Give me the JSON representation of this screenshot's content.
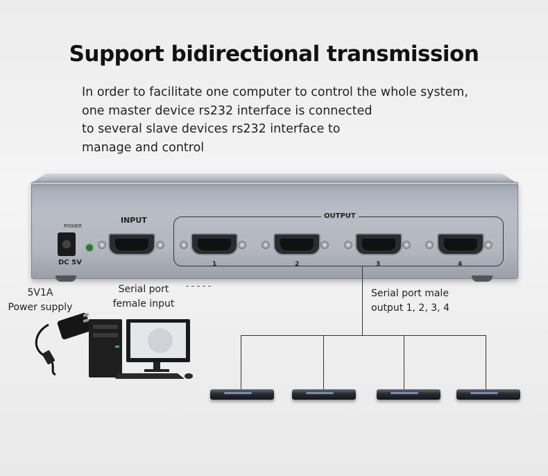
{
  "heading": "Support bidirectional transmission",
  "description": [
    "In order to facilitate one computer to control the whole system,",
    "one master device rs232 interface is connected",
    "to several slave devices rs232 interface to",
    "manage and control"
  ],
  "device": {
    "power_label": "POWER",
    "dc_label": "DC 5V",
    "input_label": "INPUT",
    "output_label": "OUTPUT",
    "output_numbers": [
      "1",
      "2",
      "3",
      "4"
    ]
  },
  "captions": {
    "power_line1": "5V1A",
    "power_line2": "Power supply",
    "input_line1": "Serial port",
    "input_line2": "female input",
    "output_line1": "Serial port male",
    "output_line2": "output 1, 2, 3, 4"
  }
}
